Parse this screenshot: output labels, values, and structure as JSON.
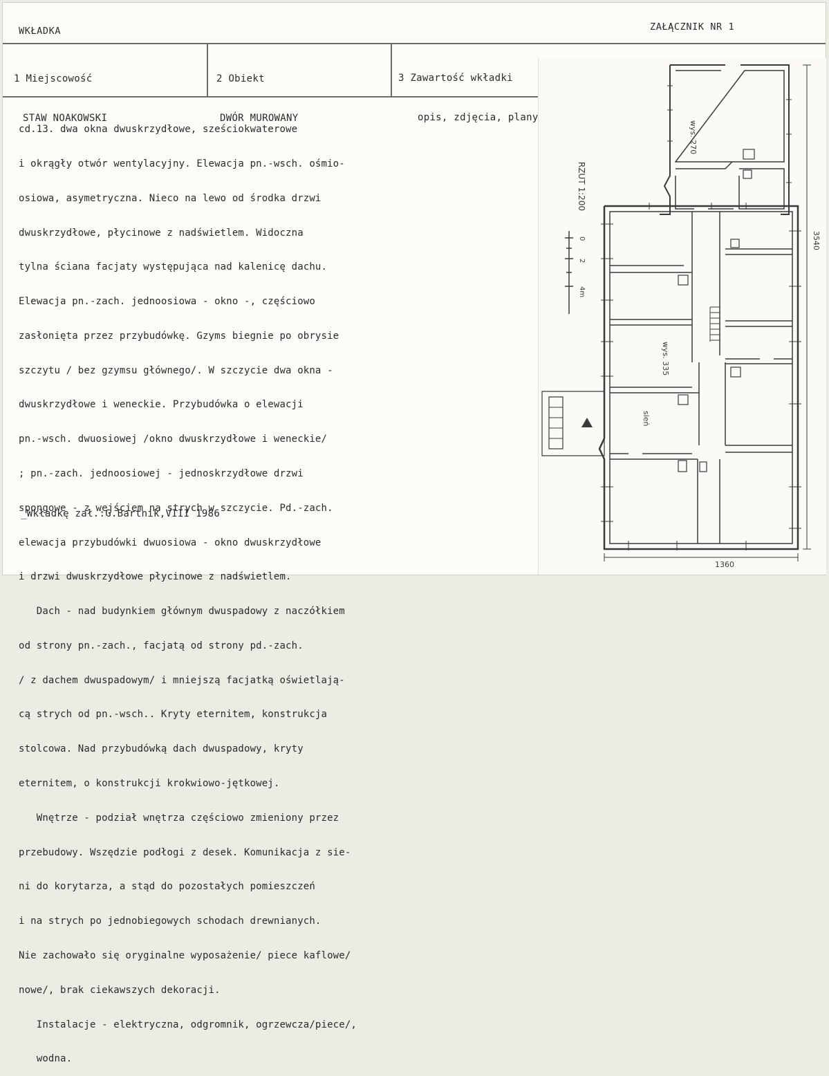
{
  "header": {
    "left": "WKŁADKA",
    "right": "ZAŁĄCZNIK NR 1"
  },
  "fields": [
    {
      "label": "1 Miejscowość",
      "value": "STAW NOAKOWSKI"
    },
    {
      "label": "2 Obiekt",
      "value": "DWÓR MUROWANY"
    },
    {
      "label": "3 Zawartość wkładki",
      "value": "opis, zdjęcia, plany"
    }
  ],
  "body_lines": [
    "cd.13. dwa okna dwuskrzydłowe, sześciokwaterowe",
    "i okrągły otwór wentylacyjny. Elewacja pn.-wsch. ośmio-",
    "osiowa, asymetryczna. Nieco na lewo od środka drzwi",
    "dwuskrzydłowe, płycinowe z nadświetlem. Widoczna",
    "tylna ściana facjaty występująca nad kalenicę dachu.",
    "Elewacja pn.-zach. jednoosiowa - okno -, częściowo",
    "zasłonięta przez przybudówkę. Gzyms biegnie po obrysie",
    "szczytu / bez gzymsu głównego/. W szczycie dwa okna -",
    "dwuskrzydłowe i weneckie. Przybudówka o elewacji",
    "pn.-wsch. dwuosiowej /okno dwuskrzydłowe i weneckie/",
    "; pn.-zach. jednoosiowej - jednoskrzydłowe drzwi",
    "spongowe - z wejściem na strych w szczycie. Pd.-zach.",
    "elewacja przybudówki dwuosiowa - okno dwuskrzydłowe",
    "i drzwi dwuskrzydłowe płycinowe z nadświetlem.",
    "   Dach - nad budynkiem głównym dwuspadowy z naczółkiem",
    "od strony pn.-zach., facjatą od strony pd.-zach.",
    "/ z dachem dwuspadowym/ i mniejszą facjatką oświetlają-",
    "cą strych od pn.-wsch.. Kryty eternitem, konstrukcja",
    "stolcowa. Nad przybudówką dach dwuspadowy, kryty",
    "eternitem, o konstrukcji krokwiowo-jętkowej.",
    "   Wnętrze - podział wnętrza częściowo zmieniony przez",
    "przebudowy. Wszędzie podłogi z desek. Komunikacja z sie-",
    "ni do korytarza, a stąd do pozostałych pomieszczeń",
    "i na strych po jednobiegowych schodach drewnianych.",
    "Nie zachowało się oryginalne wyposażenie/ piece kaflowe/",
    "nowe/, brak ciekawszych dekoracji.",
    "   Instalacje - elektryczna, odgromnik, ogrzewcza/piece/,",
    "   wodna."
  ],
  "signature": "_Wkładkę zał.:G.Bartnik,VIII 1986",
  "plan": {
    "title": "RZUT 1:200",
    "scale_ticks": [
      "0",
      "2",
      "4m"
    ],
    "dim_width": "1360",
    "dim_height": "3540",
    "room_label_upper": "wys. 270",
    "room_label_middle": "wys. 335",
    "room_label_hall": "sień"
  }
}
